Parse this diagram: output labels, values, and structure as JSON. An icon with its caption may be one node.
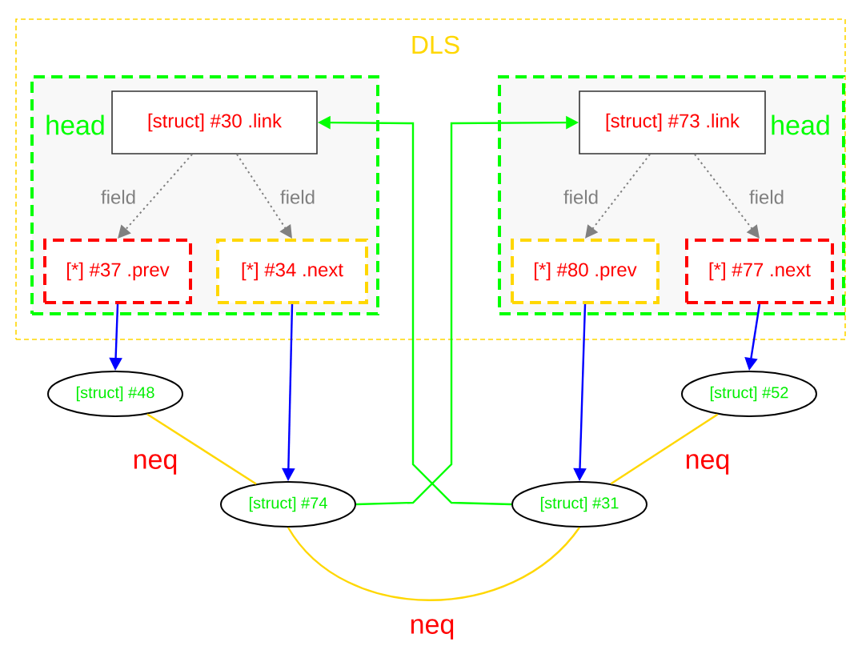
{
  "diagram": {
    "nodes": [
      {
        "text": [
          "DLS"
        ]
      },
      {
        "text": [
          "head"
        ],
        "in": 0
      },
      {
        "text": [
          "[struct] #30 .link"
        ],
        "in": 1
      },
      {
        "text": [
          "[*] #37 .prev"
        ],
        "in": 1
      },
      {
        "text": [
          "[*] #34 .next"
        ],
        "in": 1
      },
      {
        "text": [
          "head"
        ],
        "in": 0
      },
      {
        "text": [
          "[struct] #73 .link"
        ],
        "in": 5
      },
      {
        "text": [
          "[*] #80 .prev"
        ],
        "in": 5
      },
      {
        "text": [
          "[*] #77 .next"
        ],
        "in": 5
      },
      {
        "text": [
          "[struct] #48"
        ]
      },
      {
        "text": [
          "[struct] #74"
        ]
      },
      {
        "text": [
          "[struct] #31"
        ]
      },
      {
        "text": [
          "[struct] #52"
        ]
      }
    ],
    "edges": [
      {
        "from": 2,
        "to": 3,
        "arrow": "to",
        "label": "field",
        "style": "dashed",
        "color": "#808080"
      },
      {
        "from": 2,
        "to": 4,
        "arrow": "to",
        "label": "field",
        "style": "dashed",
        "color": "#808080"
      },
      {
        "from": 6,
        "to": 7,
        "arrow": "to",
        "label": "field",
        "style": "dashed",
        "color": "#808080"
      },
      {
        "from": 6,
        "to": 8,
        "arrow": "to",
        "label": "field",
        "style": "dashed",
        "color": "#808080"
      },
      {
        "from": 3,
        "to": 9,
        "arrow": "to",
        "color": "#0000ff"
      },
      {
        "from": 4,
        "to": 10,
        "arrow": "to",
        "color": "#0000ff"
      },
      {
        "from": 7,
        "to": 11,
        "arrow": "to",
        "color": "#0000ff"
      },
      {
        "from": 8,
        "to": 12,
        "arrow": "to",
        "color": "#0000ff"
      },
      {
        "from": 10,
        "to": 6,
        "arrow": "to",
        "color": "#00ff00"
      },
      {
        "from": 11,
        "to": 2,
        "arrow": "to",
        "color": "#00ff00"
      },
      {
        "from": 9,
        "to": 10,
        "arrow": "none",
        "label": "neq",
        "color": "#ffd700"
      },
      {
        "from": 12,
        "to": 11,
        "arrow": "none",
        "label": "neq",
        "color": "#ffd700"
      },
      {
        "from": 10,
        "to": 11,
        "arrow": "none",
        "label": "neq",
        "color": "#ffd700"
      }
    ]
  }
}
